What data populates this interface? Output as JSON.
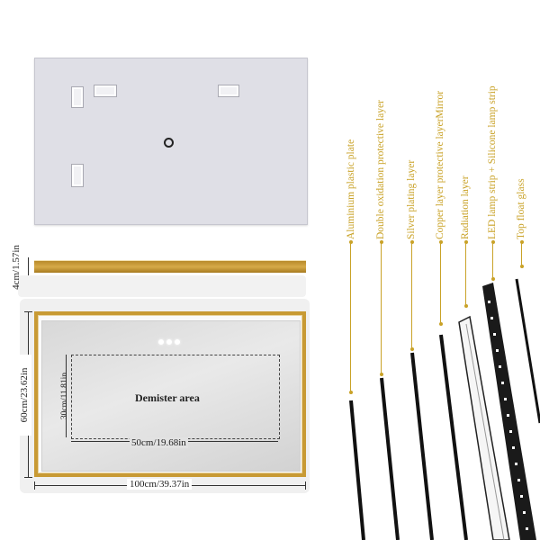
{
  "labels": {
    "thickness": "4cm/1.57in",
    "height": "60cm/23.62in",
    "width": "100cm/39.37in",
    "demister_area": "Demister area",
    "demister_height": "30cm/11.81in",
    "demister_width": "50cm/19.68in"
  },
  "layers": [
    "Aluminium plastic plate",
    "Double oxidation protective layer",
    "Silver plating layer",
    "Copper layer protective layerMirror",
    "Radiation layer",
    "LED lamp strip + Silicone lamp strip",
    "Top float glass"
  ],
  "colors": {
    "frame_gold": "#c89a34",
    "label_gold": "#c9a227",
    "panel_grey": "#dfdfe6"
  }
}
